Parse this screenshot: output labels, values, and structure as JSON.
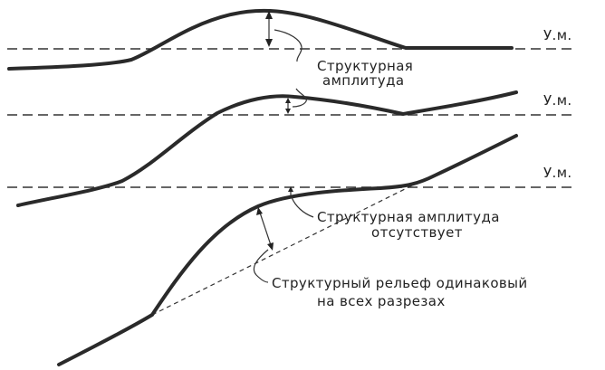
{
  "sea_level_label": "У.м.",
  "labels": {
    "structural_amplitude_line1": "Структурная",
    "structural_amplitude_line2": "амплитуда",
    "amplitude_absent_line1": "Структурная амплитуда",
    "amplitude_absent_line2": "отсутствует",
    "same_relief_line1": "Структурный рельеф одинаковый",
    "same_relief_line2": "на всех разрезах"
  }
}
